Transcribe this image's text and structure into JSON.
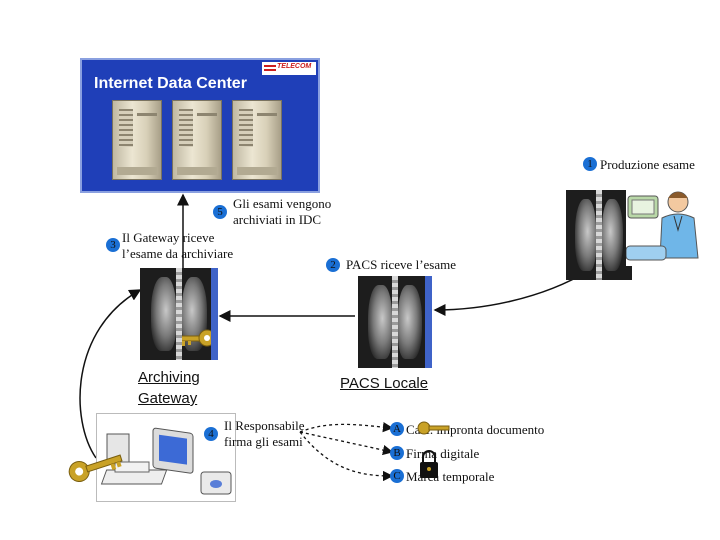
{
  "idc": {
    "title": "Internet Data Center",
    "logo_text": "TELECOM"
  },
  "steps": {
    "s1": {
      "num": "1",
      "label": "Produzione esame"
    },
    "s2": {
      "num": "2",
      "label": "PACS riceve l’esame"
    },
    "s3": {
      "num": "3",
      "label_line1": "Il Gateway riceve",
      "label_line2": "l’esame da archiviare"
    },
    "s4": {
      "num": "4",
      "label_line1": "Il Responsabile",
      "label_line2": "firma gli esami"
    },
    "s5": {
      "num": "5",
      "label_line1": "Gli esami vengono",
      "label_line2": "archiviati in IDC"
    }
  },
  "nodes": {
    "archiving_line1": "Archiving",
    "archiving_line2": "Gateway",
    "pacs": "PACS Locale"
  },
  "substeps": [
    {
      "letter": "A",
      "label": "Calc. impronta documento"
    },
    {
      "letter": "B",
      "label": "Firma digitale"
    },
    {
      "letter": "C",
      "label": "Marca temporale"
    }
  ],
  "colors": {
    "idc_bg": "#1f3fb8",
    "badge": "#1a6fd4",
    "arrow": "#111111",
    "key": "#c9a227"
  }
}
